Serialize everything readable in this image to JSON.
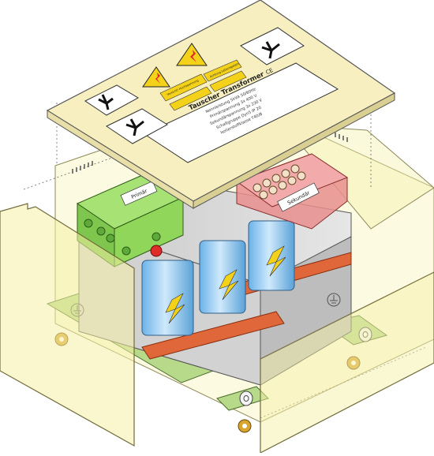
{
  "lid": {
    "brand": "Tauscher Transformer",
    "ce_mark": "CE",
    "rating_lines": [
      "Nennleistung  5kVA  50/60Hz",
      "Primärspannung  3x 400 V",
      "Sekundärspannung  3x 230 V",
      "Schaltgruppe Dyn5  IP 20",
      "Isolierstoffklasse  T40/B"
    ],
    "warning_text_1": "Vorsicht! Hochspannung",
    "warning_text_2": "Achtung Lebensgefahr"
  },
  "green_terminal_label": "Primär",
  "red_terminal_label": "Sekundär",
  "colors": {
    "lid": "#f7efbf",
    "enclosure_glass": "#f6f0a8",
    "green_box": "#8fd65a",
    "red_box": "#e88e8e",
    "coil": "#8fc6ee",
    "copper": "#e0673a",
    "warning": "#f5d21a"
  }
}
